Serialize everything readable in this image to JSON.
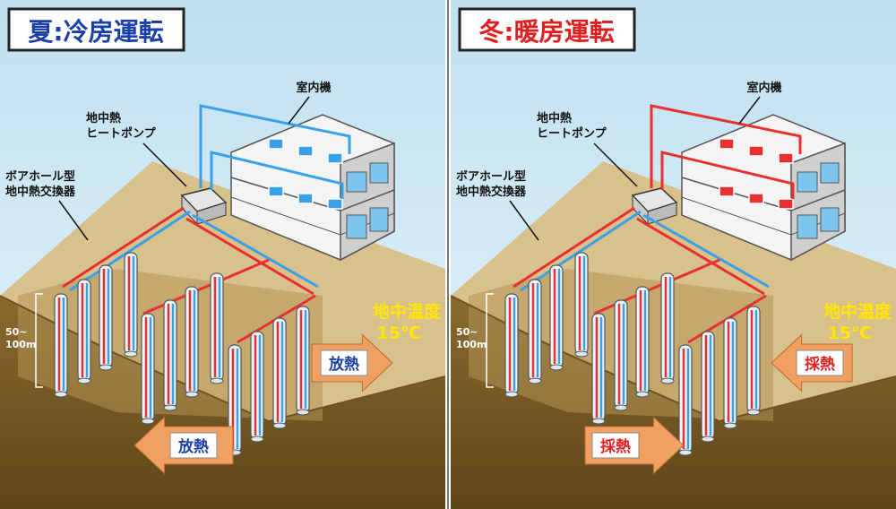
{
  "panels": [
    {
      "id": "summer",
      "title": "夏:冷房運転",
      "title_color": "#1a3fa8",
      "indoor_unit_label": "室内機",
      "heat_pump_label": [
        "地中熱",
        "ヒートポンプ"
      ],
      "exchanger_label": [
        "ボアホール型",
        "地中熱交換器"
      ],
      "depth_label": [
        "50~",
        "100m"
      ],
      "ground_temp_label": "地中温度",
      "ground_temp_value": "15℃",
      "heat_flow_label": "放熱",
      "heat_flow_color": "#1a3fa8",
      "unit_pipe_color": "#3aa0e8",
      "flow": "out"
    },
    {
      "id": "winter",
      "title": "冬:暖房運転",
      "title_color": "#e02020",
      "indoor_unit_label": "室内機",
      "heat_pump_label": [
        "地中熱",
        "ヒートポンプ"
      ],
      "exchanger_label": [
        "ボアホール型",
        "地中熱交換器"
      ],
      "depth_label": [
        "50~",
        "100m"
      ],
      "ground_temp_label": "地中温度",
      "ground_temp_value": "15℃",
      "heat_flow_label": "採熱",
      "heat_flow_color": "#e02020",
      "unit_pipe_color": "#e83030",
      "flow": "in"
    }
  ],
  "colors": {
    "sky_top": "#bfe0f0",
    "sky_bottom": "#e9f5fb",
    "ground_top": "#d9c18c",
    "soil": "#8a6a2e",
    "soil_dark": "#5e4518",
    "arrow_fill": "#f0a060",
    "pipe_blue": "#3aa0e8",
    "pipe_red": "#e83030",
    "divider": "#777777"
  }
}
